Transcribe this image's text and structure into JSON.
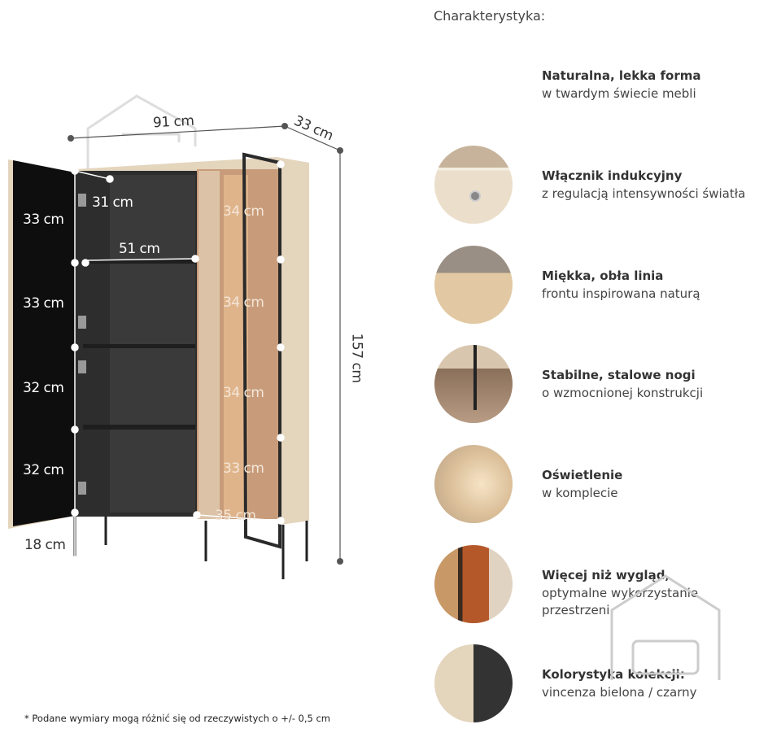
{
  "heading": "Charakterystyka:",
  "dimensions": {
    "width": "91 cm",
    "depth": "33 cm",
    "height": "157 cm",
    "left_door_sections": [
      "33 cm",
      "33 cm",
      "32 cm",
      "32 cm"
    ],
    "leg_height": "18 cm",
    "inner_depth": "31 cm",
    "inner_width": "51 cm",
    "right_sections": [
      "34 cm",
      "34 cm",
      "34 cm",
      "33 cm"
    ],
    "right_width": "35 cm"
  },
  "features": [
    {
      "title": "Naturalna, lekka forma",
      "subtitle": "w twardym świecie mebli",
      "icon": "wood-slat-cabinet-photo"
    },
    {
      "title": "Włącznik indukcyjny",
      "subtitle": "z regulacją intensywności światła",
      "icon": "touch-switch-photo"
    },
    {
      "title": "Miękka, obła linia",
      "subtitle": "frontu inspirowana naturą",
      "icon": "wavy-front-photo"
    },
    {
      "title": "Stabilne, stalowe nogi",
      "subtitle": "o wzmocnionej konstrukcji",
      "icon": "steel-leg-photo"
    },
    {
      "title": "Oświetlenie",
      "subtitle": "w komplecie",
      "icon": "led-light-photo"
    },
    {
      "title": "Więcej niż wygląd,",
      "subtitle": "optymalne wykorzystanie",
      "subtitle2": "przestrzeni",
      "icon": "glass-vitrine-photo"
    },
    {
      "title": "Kolorystyka kolekcji:",
      "subtitle": "vincenza bielona / czarny",
      "icon": "color-swatch"
    }
  ],
  "colors": {
    "beige": "#e4d5bd",
    "black": "#2a2a2a",
    "glass": "#c89c7a"
  },
  "footnote": "* Podane wymiary mogą różnić się od rzeczywistych o +/- 0,5 cm"
}
